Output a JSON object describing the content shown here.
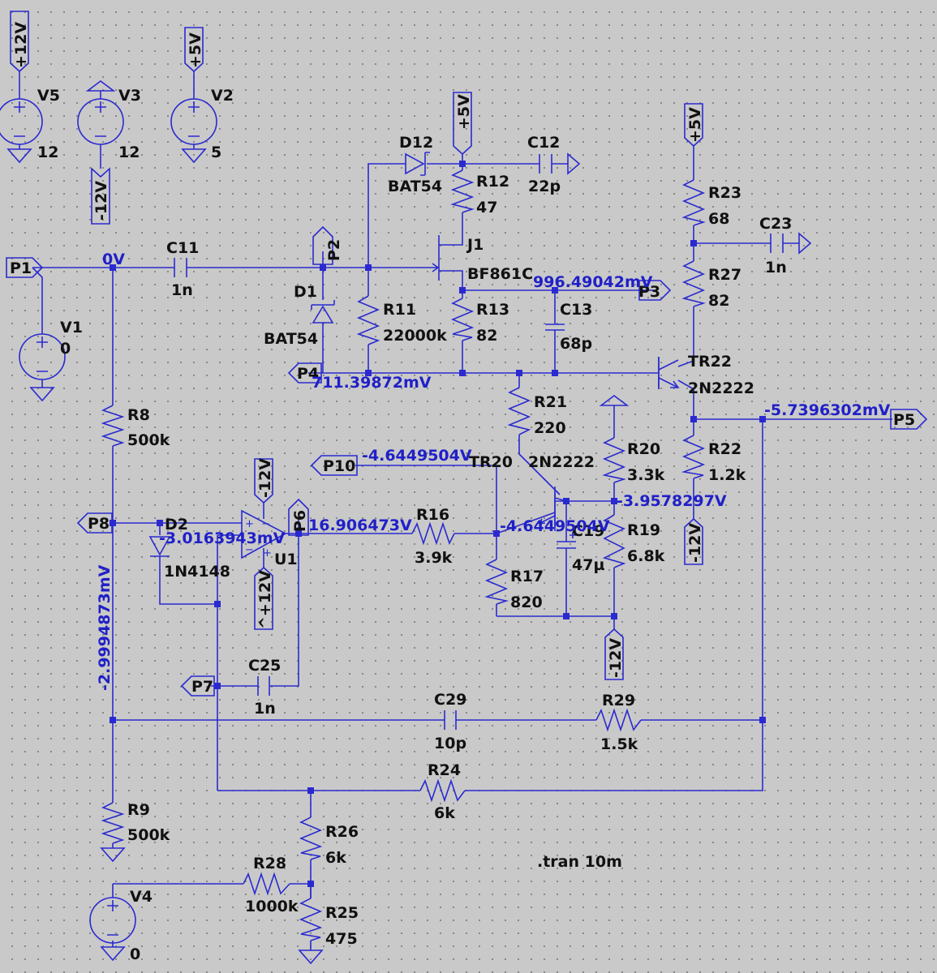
{
  "power_rails": {
    "v5": "+12V",
    "v3_top": "",
    "v3_bottom": "-12V",
    "v2": "+5V",
    "j1_supply": "+5V",
    "tr22_supply": "+5V",
    "u1_neg": "-12V",
    "u1_pos": "^+12V",
    "r19_neg": "-12V",
    "r17_neg": "-12V"
  },
  "ports": {
    "p1": "P1",
    "p2": "P2",
    "p3": "P3",
    "p4": "P4",
    "p5": "P5",
    "p6": "P6",
    "p7": "P7",
    "p8": "P8",
    "p10": "P10"
  },
  "sources": {
    "v5": {
      "name": "V5",
      "value": "12"
    },
    "v3": {
      "name": "V3",
      "value": "12"
    },
    "v2": {
      "name": "V2",
      "value": "5"
    },
    "v1": {
      "name": "V1",
      "value": "0"
    },
    "v4": {
      "name": "V4",
      "value": "0"
    }
  },
  "components": {
    "c11": {
      "name": "C11",
      "value": "1n"
    },
    "d1": {
      "name": "D1",
      "value": "BAT54"
    },
    "d12": {
      "name": "D12",
      "value": "BAT54"
    },
    "c12": {
      "name": "C12",
      "value": "22p"
    },
    "r12": {
      "name": "R12",
      "value": "47"
    },
    "j1": {
      "name": "J1",
      "value": "BF861C"
    },
    "r11": {
      "name": "R11",
      "value": "22000k"
    },
    "r13": {
      "name": "R13",
      "value": "82"
    },
    "c13": {
      "name": "C13",
      "value": "68p"
    },
    "r23": {
      "name": "R23",
      "value": "68"
    },
    "c23": {
      "name": "C23",
      "value": "1n"
    },
    "r27": {
      "name": "R27",
      "value": "82"
    },
    "tr22": {
      "name": "TR22",
      "value": "2N2222"
    },
    "r21": {
      "name": "R21",
      "value": "220"
    },
    "r22": {
      "name": "R22",
      "value": "1.2k"
    },
    "r20": {
      "name": "R20",
      "value": "3.3k"
    },
    "tr20": {
      "name": "TR20",
      "value": "2N2222"
    },
    "r19": {
      "name": "R19",
      "value": "6.8k"
    },
    "c19": {
      "name": "C19",
      "value": "47µ"
    },
    "r17": {
      "name": "R17",
      "value": "820"
    },
    "r16": {
      "name": "R16",
      "value": "3.9k"
    },
    "r8": {
      "name": "R8",
      "value": "500k"
    },
    "d2": {
      "name": "D2",
      "value": "1N4148"
    },
    "u1": {
      "name": "U1",
      "value": ""
    },
    "c25": {
      "name": "C25",
      "value": "1n"
    },
    "c29": {
      "name": "C29",
      "value": "10p"
    },
    "r29": {
      "name": "R29",
      "value": "1.5k"
    },
    "r24": {
      "name": "R24",
      "value": "6k"
    },
    "r26": {
      "name": "R26",
      "value": "6k"
    },
    "r9": {
      "name": "R9",
      "value": "500k"
    },
    "r28": {
      "name": "R28",
      "value": "1000k"
    },
    "r25": {
      "name": "R25",
      "value": "475"
    }
  },
  "node_voltages": {
    "input": "0V",
    "p3": "996.49042mV",
    "p4": "711.39872mV",
    "p5": "-5.7396302mV",
    "p10": "-4.6449504V",
    "r20_node": "-3.9578297V",
    "p6": "16.906473V",
    "tr20_emitter": "-4.6449504V",
    "d2_node": "-3.0163943mV",
    "r8_node": "-2.9994873mV"
  },
  "directive": ".tran 10m"
}
